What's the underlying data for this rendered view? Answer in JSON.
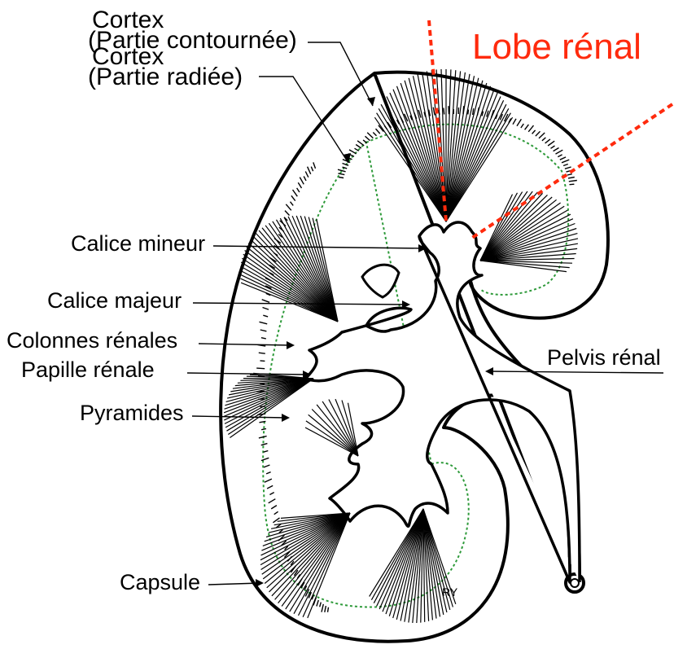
{
  "title": "Lobe rénal",
  "colors": {
    "title": "#ff2a0d",
    "lobe_lines": "#ff2a0d",
    "outline": "#000000",
    "boundary": "#2e9a3a"
  },
  "labels": {
    "cortex_contournee_1": "Cortex",
    "cortex_contournee_2": "(Partie contournée)",
    "cortex_radiee_1": "Cortex",
    "cortex_radiee_2": "(Partie radiée)",
    "calice_mineur": "Calice mineur",
    "calice_majeur": "Calice majeur",
    "colonnes_renales": "Colonnes rénales",
    "papille_renale": "Papille rénale",
    "pyramides": "Pyramides",
    "capsule": "Capsule",
    "pelvis_renal": "Pelvis rénal",
    "signature": "RY"
  }
}
